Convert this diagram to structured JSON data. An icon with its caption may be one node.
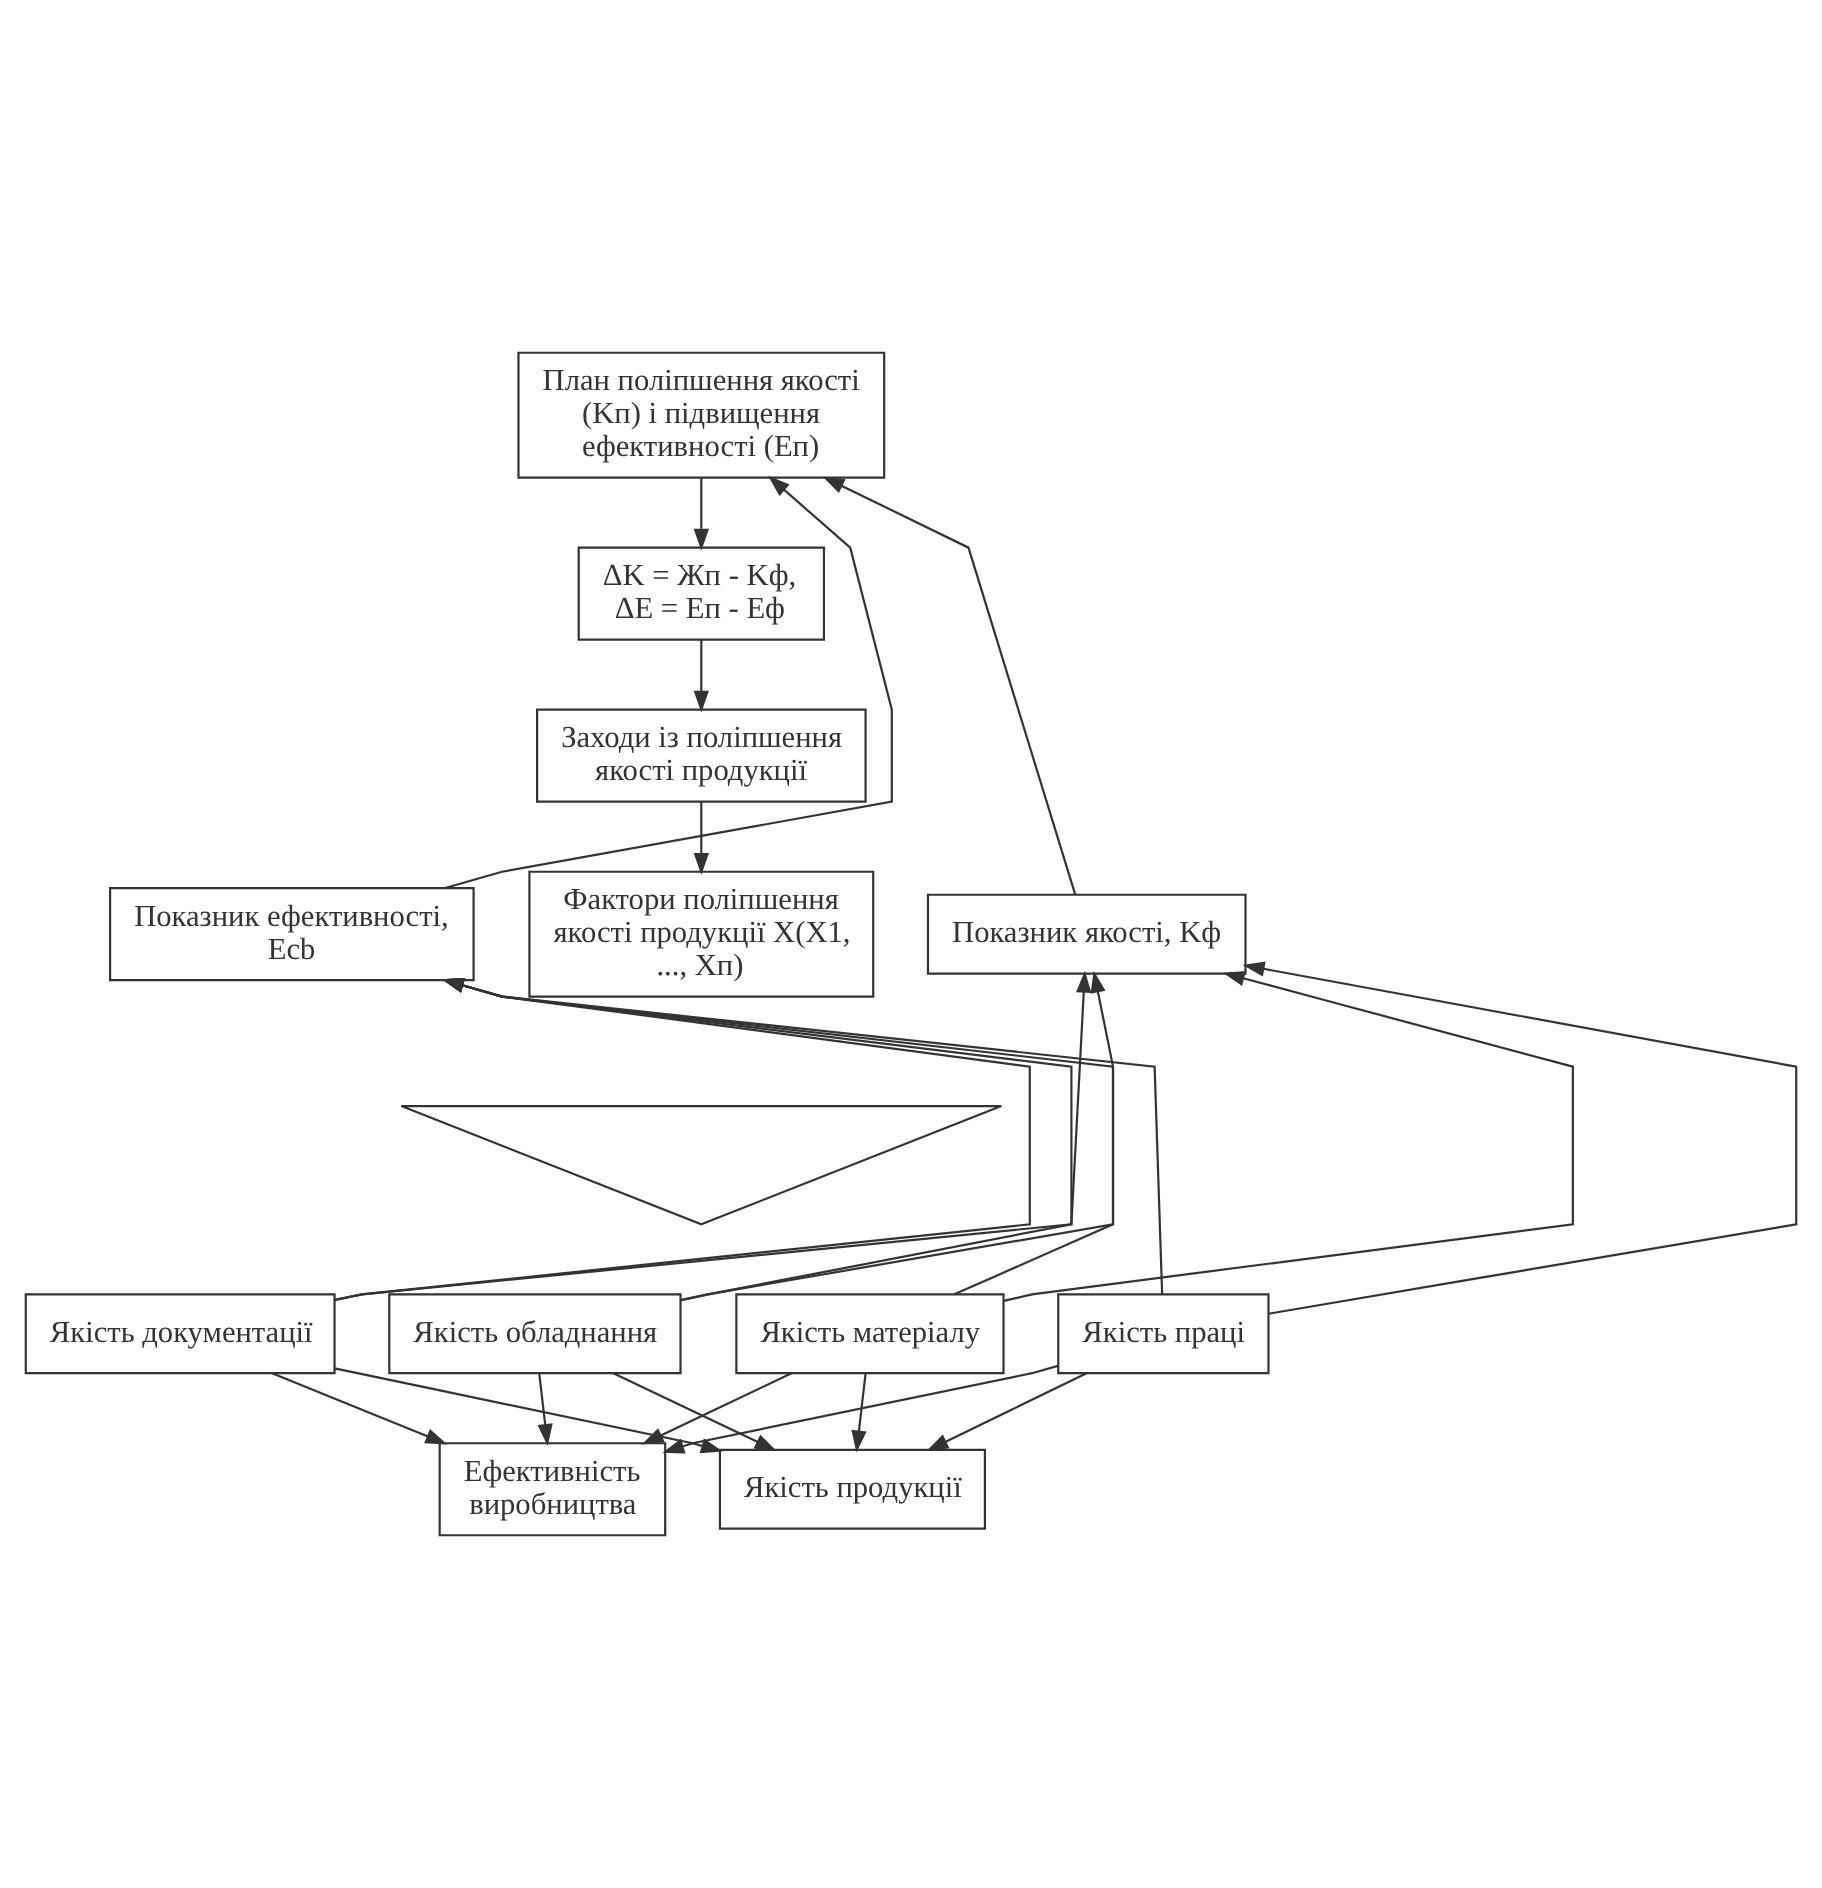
{
  "diagram": {
    "nodes": [
      {
        "text": [
          "План поліпшення якості (Kп) і підвищення ефективності (Eп)"
        ]
      },
      {
        "text": [
          "ΔK = Жп - Kф,",
          "ΔE = Eп - Eф"
        ]
      },
      {
        "text": [
          "Заходи із поліпшення якості продукції"
        ]
      },
      {
        "text": [
          "Фактори поліпшення якості продукції X(X1, ..., Xп)"
        ]
      },
      {
        "text": [
          "Показник ефективності, Ecb"
        ]
      },
      {
        "text": [
          "Показник якості, Kф"
        ]
      },
      {
        "text": [],
        "shape": "arrow"
      },
      {
        "text": [
          "Якість документації"
        ]
      },
      {
        "text": [
          "Якість обладнання"
        ]
      },
      {
        "text": [
          "Якість матеріалу"
        ]
      },
      {
        "text": [
          "Якість праці"
        ]
      },
      {
        "text": [
          "Ефективність виробництва"
        ]
      },
      {
        "text": [
          "Якість продукції"
        ]
      }
    ],
    "edges": [
      {
        "from": 0,
        "to": 1,
        "arrow": "to"
      },
      {
        "from": 1,
        "to": 2,
        "arrow": "to"
      },
      {
        "from": 2,
        "to": 3,
        "arrow": "to"
      },
      {
        "from": 4,
        "to": 0,
        "arrow": "to"
      },
      {
        "from": 5,
        "to": 0,
        "arrow": "to"
      },
      {
        "from": 7,
        "to": 4,
        "arrow": "to"
      },
      {
        "from": 8,
        "to": 4,
        "arrow": "to"
      },
      {
        "from": 9,
        "to": 4,
        "arrow": "to"
      },
      {
        "from": 10,
        "to": 4,
        "arrow": "to"
      },
      {
        "from": 7,
        "to": 5,
        "arrow": "to"
      },
      {
        "from": 8,
        "to": 5,
        "arrow": "to"
      },
      {
        "from": 9,
        "to": 5,
        "arrow": "to"
      },
      {
        "from": 10,
        "to": 5,
        "arrow": "to"
      },
      {
        "from": 7,
        "to": 11,
        "arrow": "to"
      },
      {
        "from": 8,
        "to": 11,
        "arrow": "to"
      },
      {
        "from": 9,
        "to": 11,
        "arrow": "to"
      },
      {
        "from": 10,
        "to": 11,
        "arrow": "to"
      },
      {
        "from": 7,
        "to": 12,
        "arrow": "to"
      },
      {
        "from": 8,
        "to": 12,
        "arrow": "to"
      },
      {
        "from": 9,
        "to": 12,
        "arrow": "to"
      },
      {
        "from": 10,
        "to": 12,
        "arrow": "to"
      }
    ]
  }
}
